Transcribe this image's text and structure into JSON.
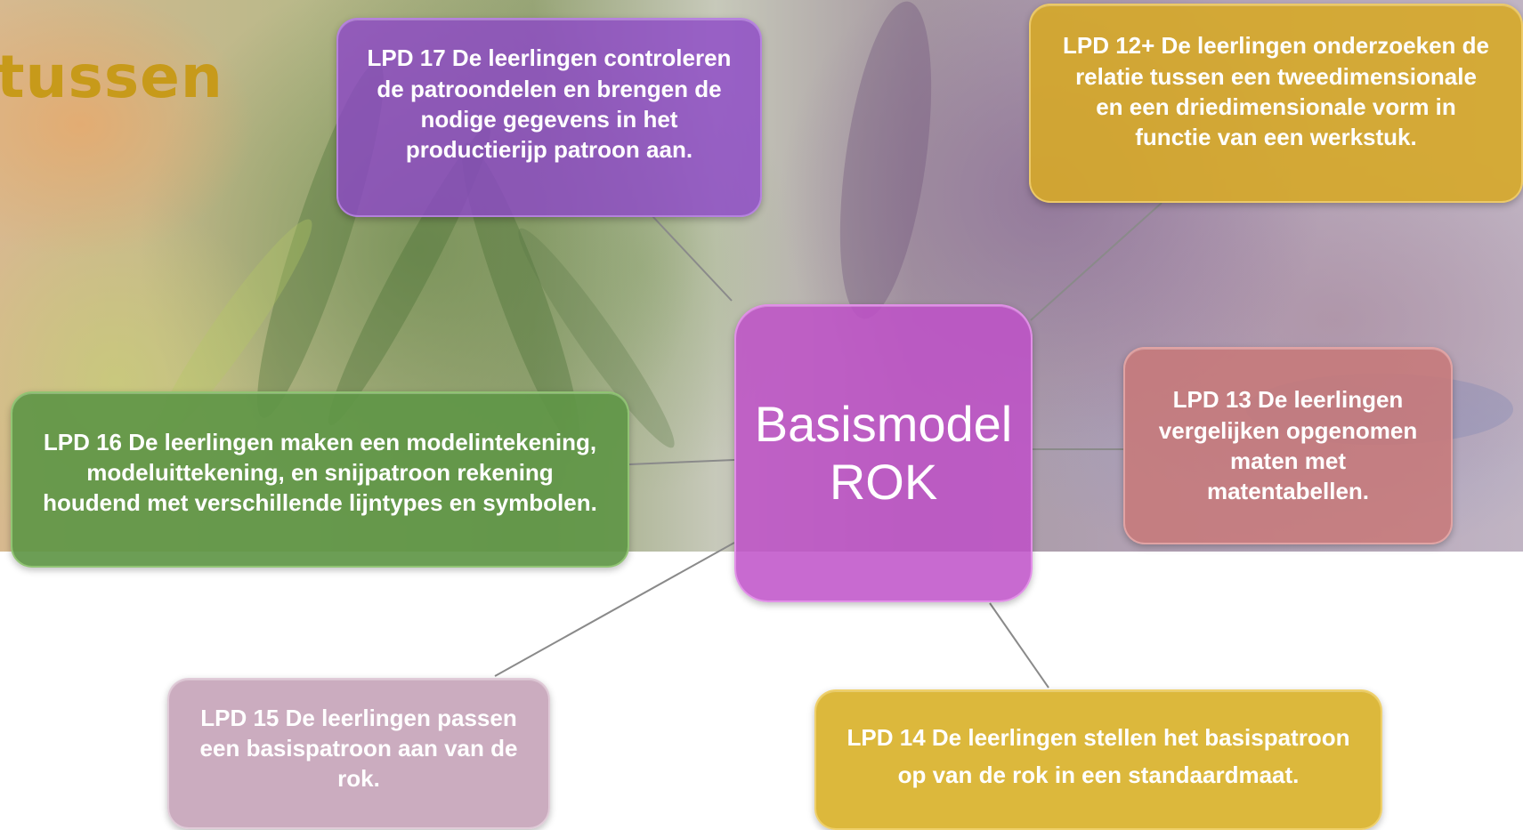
{
  "slide": {
    "title_fragment": "tussen"
  },
  "mindmap": {
    "center": {
      "label": "Basismodel\nROK",
      "color": "#be50c8"
    },
    "nodes": [
      {
        "id": "lpd17",
        "text": "LPD 17  De leerlingen controleren\nde patroondelen en brengen de\nnodige gegevens in het\nproductierijp patroon aan.",
        "color": "#8c46c8"
      },
      {
        "id": "lpd12",
        "text": "LPD 12+ De leerlingen onderzoeken de\nrelatie tussen een tweedimensionale\nen een driedimensionale vorm in\nfunctie van een werkstuk.",
        "color": "#d6a828"
      },
      {
        "id": "lpd13",
        "text": "LPD 13 De leerlingen\nvergelijken opgenomen\nmaten met\nmatentabellen.",
        "color": "#c87878"
      },
      {
        "id": "lpd16",
        "text": "LPD 16 De leerlingen maken een modelintekening,\nmodeluittekening, en snijpatroon rekening\nhoudend met verschillende lijntypes en symbolen.",
        "color": "#5f9646"
      },
      {
        "id": "lpd15",
        "text": "LPD 15 De leerlingen passen\neen basispatroon aan van de\nrok.",
        "color": "#c8a8bc"
      },
      {
        "id": "lpd14",
        "text": "LPD 14 De leerlingen stellen het basispatroon\nop van de rok in een standaardmaat.",
        "color": "#dab432"
      }
    ],
    "connector_color": "#8a8a8a"
  }
}
